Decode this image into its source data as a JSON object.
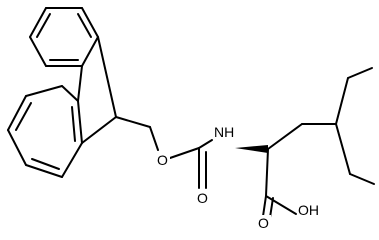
{
  "molecule": {
    "atom_labels": {
      "oxygen_ester": "O",
      "nh": "NH",
      "oxygen_carbonyl": "O",
      "oxygen_acid": "O",
      "hydroxyl": "OH"
    },
    "colors": {
      "bond": "#000000",
      "label": "#000000",
      "background": "#ffffff"
    }
  }
}
